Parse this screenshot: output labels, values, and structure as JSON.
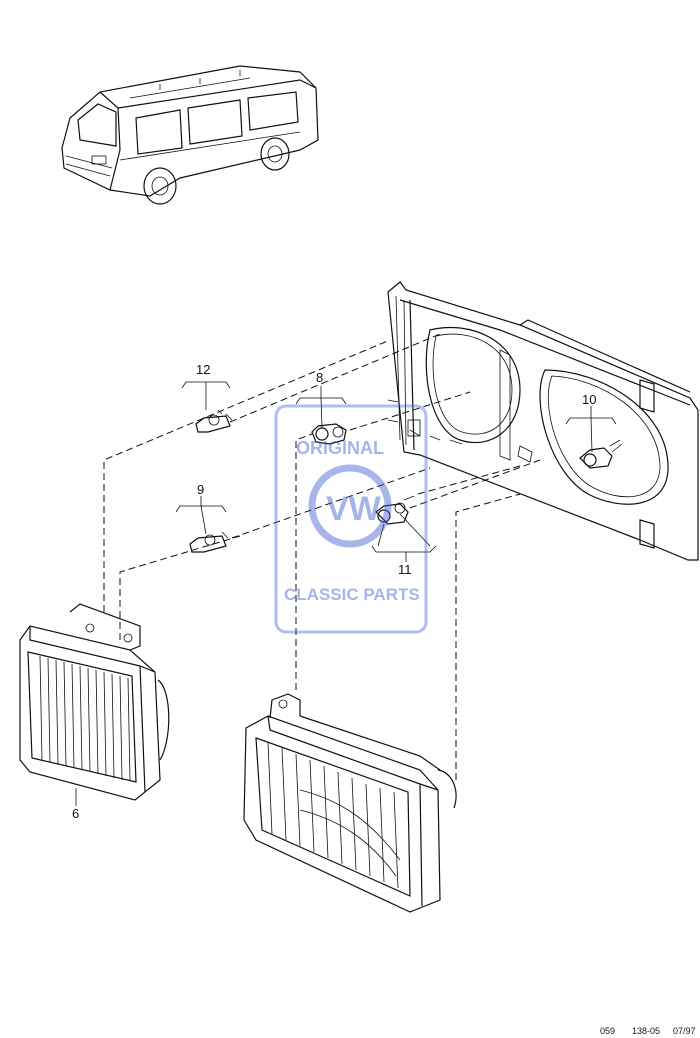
{
  "labels": {
    "part_6": "6",
    "part_8": "8",
    "part_9": "9",
    "part_10": "10",
    "part_11": "11",
    "part_12": "12"
  },
  "footer": {
    "code_1": "059",
    "code_2": "138-05",
    "date": "07/97"
  },
  "watermark": {
    "line_1": "ORIGINAL",
    "logo_text": "VW",
    "line_2": "CLASSIC PARTS"
  },
  "colors": {
    "line": "#111111",
    "watermark": "#3b5ccf",
    "background": "#ffffff"
  }
}
